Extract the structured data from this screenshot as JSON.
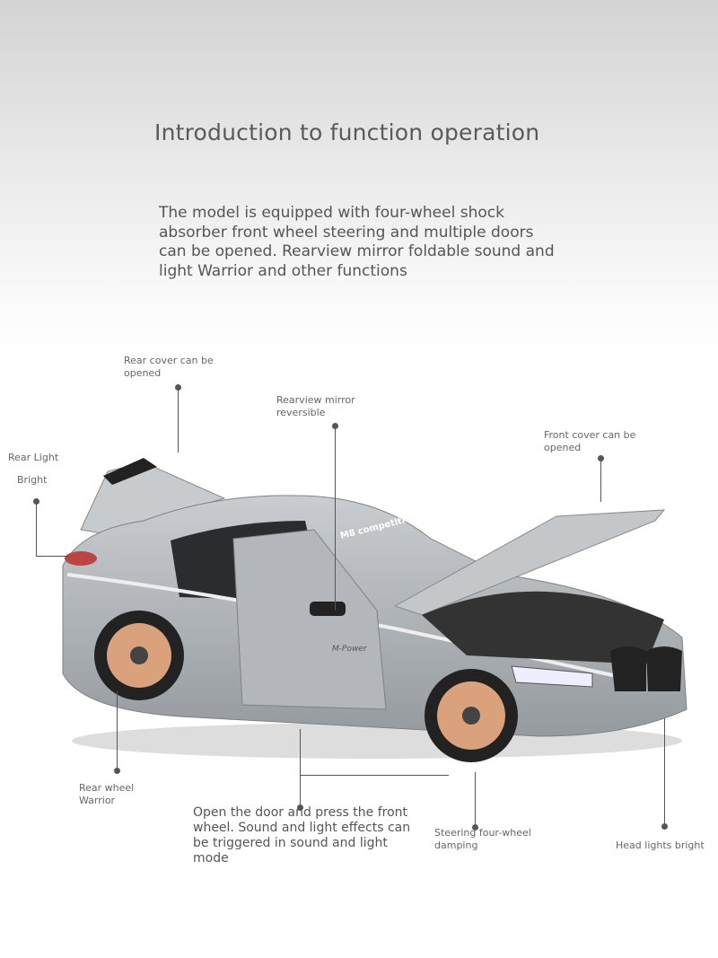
{
  "heading": "Introduction to function operation",
  "intro": "The model is equipped with four-wheel shock absorber front wheel steering and multiple doors can be opened. Rearview mirror foldable sound and light Warrior and other functions",
  "callouts": {
    "rear_cover": "Rear cover can be opened",
    "rearview_mirror": "Rearview mirror reversible",
    "front_cover": "Front cover can be opened",
    "rear_light_1": "Rear Light",
    "rear_light_2": "Bright",
    "rear_wheel": "Rear wheel Warrior",
    "door": "Open the door and press the front wheel. Sound and light effects can be triggered in sound and light mode",
    "steering": "Steering four-wheel damping",
    "head_lights": "Head lights bright"
  },
  "car_decals": {
    "windshield": "M8 competition",
    "side": "M-Power"
  },
  "colors": {
    "body": "#a9aeb2",
    "wheel": "#d9a27c",
    "line": "#555555"
  }
}
